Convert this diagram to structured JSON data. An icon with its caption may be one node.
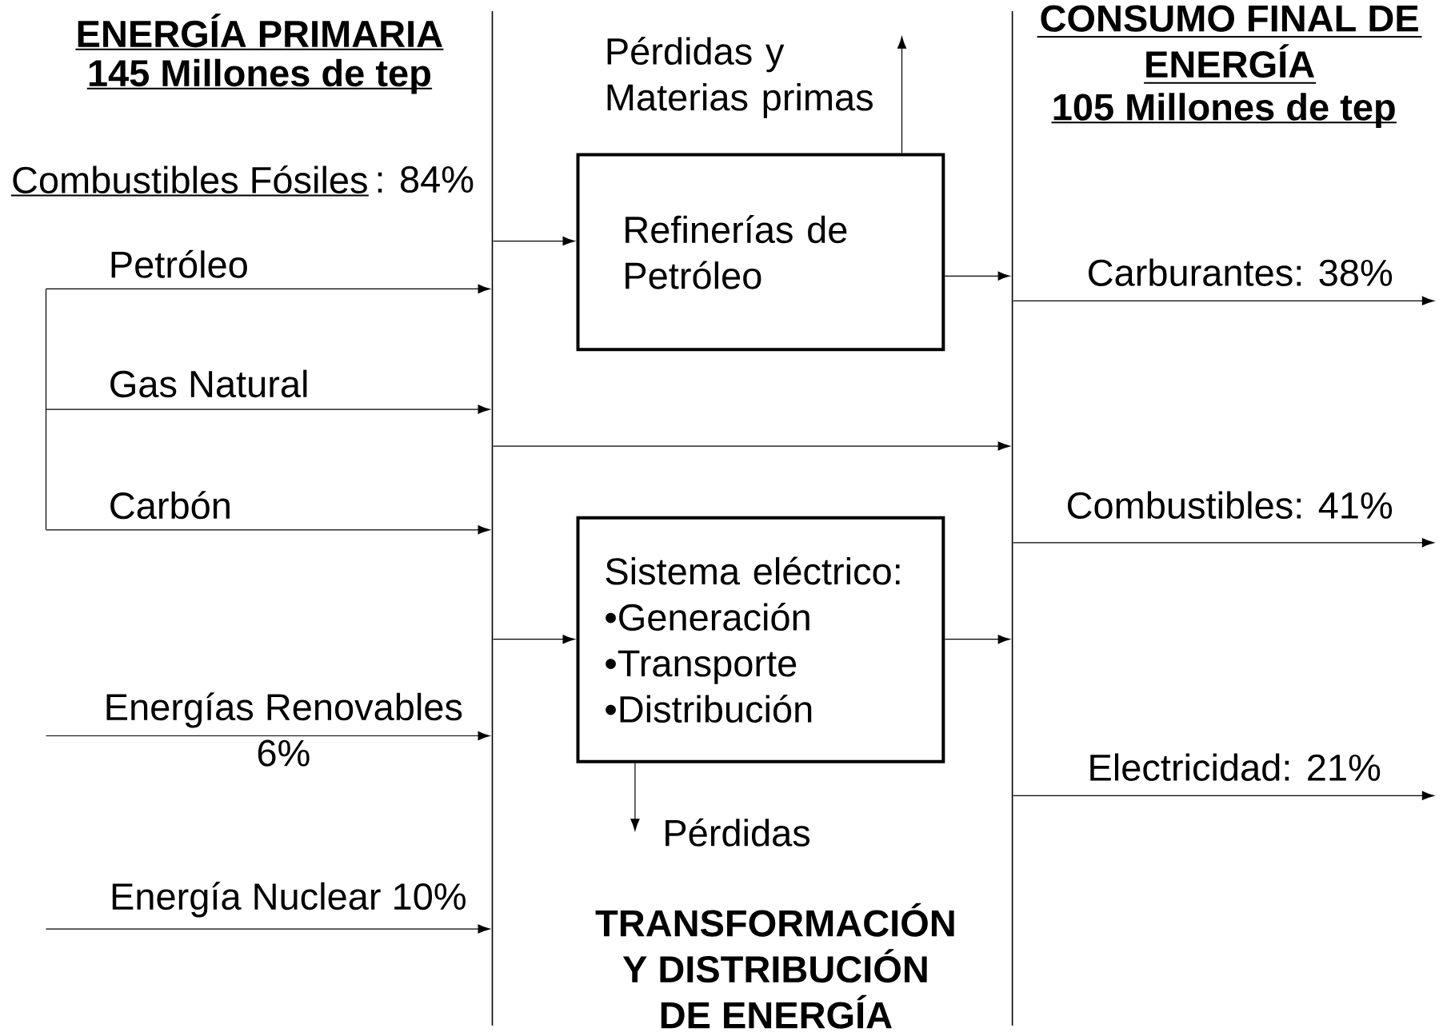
{
  "diagram": {
    "title": "TRANSFORMACIÓN Y DISTRIBUCIÓN DE ENERGÍA",
    "nodes": [
      {
        "text": [],
        "shape": "bar"
      },
      {
        "text": [],
        "shape": "bar"
      },
      {
        "text": [
          "Refinerías de Petróleo"
        ]
      },
      {
        "text": [
          "Sistema eléctrico:",
          "•Generación",
          "•Transporte",
          "•Distribución"
        ]
      },
      {
        "text": [
          "Pérdidas y Materias primas"
        ]
      },
      {
        "text": [
          "Pérdidas"
        ]
      }
    ],
    "edges": [
      {
        "from": null,
        "to": 0,
        "arrow": "to",
        "label": "Petróleo"
      },
      {
        "from": null,
        "to": 0,
        "arrow": "to",
        "label": "Gas Natural"
      },
      {
        "from": null,
        "to": 0,
        "arrow": "to",
        "label": "Carbón"
      },
      {
        "from": null,
        "to": 0,
        "arrow": "to",
        "label": "Energías Renovables 6%"
      },
      {
        "from": null,
        "to": 0,
        "arrow": "to",
        "label": "Energía Nuclear 10%"
      },
      {
        "from": 0,
        "to": 2,
        "arrow": "to"
      },
      {
        "from": 0,
        "to": 1,
        "arrow": "to"
      },
      {
        "from": 0,
        "to": 3,
        "arrow": "to"
      },
      {
        "from": 2,
        "to": 1,
        "arrow": "to"
      },
      {
        "from": 3,
        "to": 1,
        "arrow": "to"
      },
      {
        "from": 2,
        "to": 4,
        "arrow": "to"
      },
      {
        "from": 3,
        "to": 5,
        "arrow": "to"
      },
      {
        "from": 1,
        "to": null,
        "arrow": "to",
        "label": "Carburantes:  38%"
      },
      {
        "from": 1,
        "to": null,
        "arrow": "to",
        "label": "Combustibles: 41%"
      },
      {
        "from": 1,
        "to": null,
        "arrow": "to",
        "label": "Electricidad: 21%"
      }
    ],
    "labels": [
      "ENERGÍA PRIMARIA",
      "145 Millones de tep",
      "Combustibles Fósiles",
      ": 84%",
      "CONSUMO FINAL DE ENERGÍA",
      "105 Millones de tep"
    ]
  }
}
